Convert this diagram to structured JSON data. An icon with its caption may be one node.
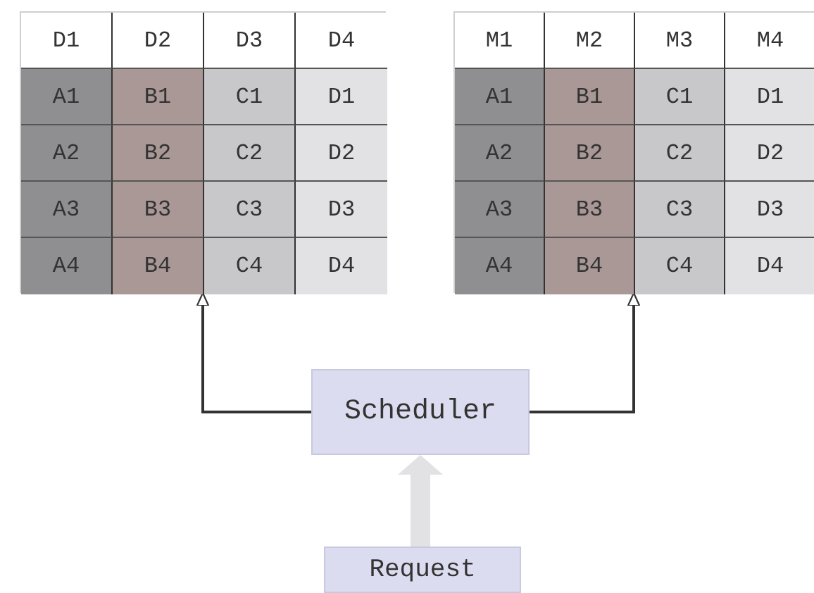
{
  "diagram": {
    "nodes": [
      {
        "text": [],
        "shape": "box"
      },
      {
        "text": [
          "D1"
        ],
        "in": 0
      },
      {
        "text": [
          "D2"
        ],
        "in": 0
      },
      {
        "text": [
          "D3"
        ],
        "in": 0
      },
      {
        "text": [
          "D4"
        ],
        "in": 0
      },
      {
        "text": [
          "A1"
        ],
        "in": 0
      },
      {
        "text": [
          "B1"
        ],
        "in": 0
      },
      {
        "text": [
          "C1"
        ],
        "in": 0
      },
      {
        "text": [
          "D1"
        ],
        "in": 0
      },
      {
        "text": [
          "A2"
        ],
        "in": 0
      },
      {
        "text": [
          "B2"
        ],
        "in": 0
      },
      {
        "text": [
          "C2"
        ],
        "in": 0
      },
      {
        "text": [
          "D2"
        ],
        "in": 0
      },
      {
        "text": [
          "A3"
        ],
        "in": 0
      },
      {
        "text": [
          "B3"
        ],
        "in": 0
      },
      {
        "text": [
          "C3"
        ],
        "in": 0
      },
      {
        "text": [
          "D3"
        ],
        "in": 0
      },
      {
        "text": [
          "A4"
        ],
        "in": 0
      },
      {
        "text": [
          "B4"
        ],
        "in": 0
      },
      {
        "text": [
          "C4"
        ],
        "in": 0
      },
      {
        "text": [
          "D4"
        ],
        "in": 0
      },
      {
        "text": [],
        "shape": "box"
      },
      {
        "text": [
          "M1"
        ],
        "in": 21
      },
      {
        "text": [
          "M2"
        ],
        "in": 21
      },
      {
        "text": [
          "M3"
        ],
        "in": 21
      },
      {
        "text": [
          "M4"
        ],
        "in": 21
      },
      {
        "text": [
          "A1"
        ],
        "in": 21
      },
      {
        "text": [
          "B1"
        ],
        "in": 21
      },
      {
        "text": [
          "C1"
        ],
        "in": 21
      },
      {
        "text": [
          "D1"
        ],
        "in": 21
      },
      {
        "text": [
          "A2"
        ],
        "in": 21
      },
      {
        "text": [
          "B2"
        ],
        "in": 21
      },
      {
        "text": [
          "C2"
        ],
        "in": 21
      },
      {
        "text": [
          "D2"
        ],
        "in": 21
      },
      {
        "text": [
          "A3"
        ],
        "in": 21
      },
      {
        "text": [
          "B3"
        ],
        "in": 21
      },
      {
        "text": [
          "C3"
        ],
        "in": 21
      },
      {
        "text": [
          "D3"
        ],
        "in": 21
      },
      {
        "text": [
          "A4"
        ],
        "in": 21
      },
      {
        "text": [
          "B4"
        ],
        "in": 21
      },
      {
        "text": [
          "C4"
        ],
        "in": 21
      },
      {
        "text": [
          "D4"
        ],
        "in": 21
      },
      {
        "text": [
          "Scheduler"
        ]
      },
      {
        "text": [
          "Request"
        ]
      }
    ],
    "edges": [
      {
        "from": 42,
        "to": 0,
        "arrow": "to"
      },
      {
        "from": 42,
        "to": 21,
        "arrow": "to"
      },
      {
        "from": 43,
        "to": 42,
        "arrow": "to",
        "style": "thick",
        "color": "#e2e2e4"
      }
    ]
  }
}
